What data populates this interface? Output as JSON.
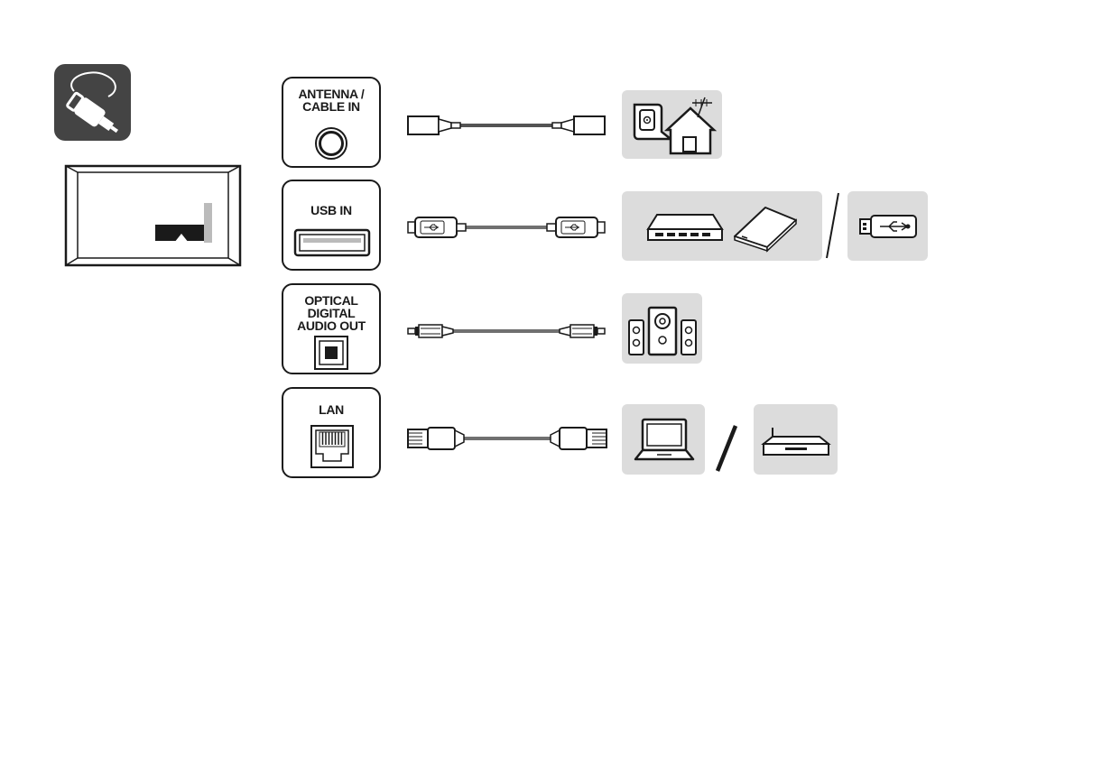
{
  "icons": {
    "header": "cable-connector-icon",
    "tv": "tv-rear-panel-icon"
  },
  "colors": {
    "icon_bg": "#444444",
    "device_bg": "#dcdcdc",
    "line": "#1a1a1a"
  },
  "rows": [
    {
      "port_label": "ANTENNA /\nCABLE IN",
      "port_icon": "coaxial-jack-icon",
      "cable_icon": "coaxial-cable-icon",
      "devices": [
        "antenna-house-icon"
      ]
    },
    {
      "port_label": "USB IN",
      "port_icon": "usb-port-icon",
      "cable_icon": "usb-cable-icon",
      "devices": [
        "usb-hub-icon",
        "external-hdd-icon",
        "usb-flash-drive-icon"
      ]
    },
    {
      "port_label": "OPTICAL\nDIGITAL\nAUDIO OUT",
      "port_icon": "optical-port-icon",
      "cable_icon": "optical-cable-icon",
      "devices": [
        "speaker-system-icon"
      ]
    },
    {
      "port_label": "LAN",
      "port_icon": "rj45-port-icon",
      "cable_icon": "ethernet-cable-icon",
      "devices": [
        "laptop-icon",
        "router-icon"
      ]
    }
  ]
}
